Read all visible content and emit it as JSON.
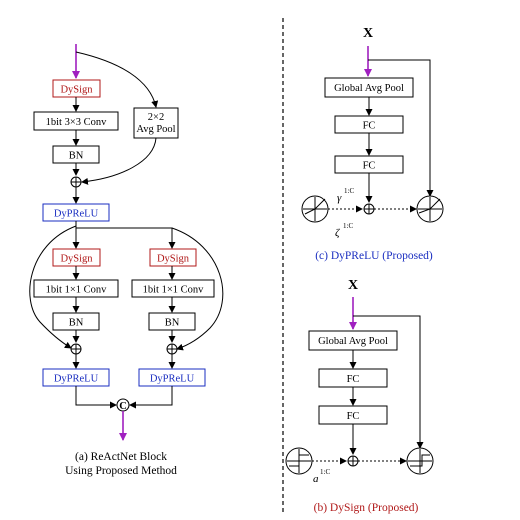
{
  "colors": {
    "dysign": "#b01818",
    "dyprelu": "#1a2ec0",
    "input_arrow": "#a020c0",
    "line": "#000000"
  },
  "left": {
    "dysign_top": "DySign",
    "conv3x3": "1bit 3×3 Conv",
    "bn_top": "BN",
    "avg_pool_line1": "2×2",
    "avg_pool_line2": "Avg Pool",
    "dyprelu_mid": "DyPReLU",
    "dysign_left": "DySign",
    "dysign_right": "DySign",
    "conv1x1_left": "1bit 1×1 Conv",
    "conv1x1_right": "1bit 1×1 Conv",
    "bn_left": "BN",
    "bn_right": "BN",
    "dyprelu_left": "DyPReLU",
    "dyprelu_right": "DyPReLU",
    "concat_symbol": "C",
    "caption_line1": "(a) ReActNet Block",
    "caption_line2": "Using Proposed Method"
  },
  "panel_c": {
    "input": "X",
    "gap": "Global Avg Pool",
    "fc1": "FC",
    "fc2": "FC",
    "gamma": "γ",
    "zeta": "ζ",
    "superscript": "1:C",
    "caption": "(c) DyPReLU (Proposed)"
  },
  "panel_b": {
    "input": "X",
    "gap": "Global Avg Pool",
    "fc1": "FC",
    "fc2": "FC",
    "alpha": "a",
    "superscript": "1:C",
    "caption": "(b) DySign (Proposed)"
  },
  "icons": [
    "arrow-marker",
    "add-op-icon",
    "concat-op-icon",
    "axes-plot-icon",
    "sign-plot-icon",
    "prelu-plot-icon"
  ]
}
